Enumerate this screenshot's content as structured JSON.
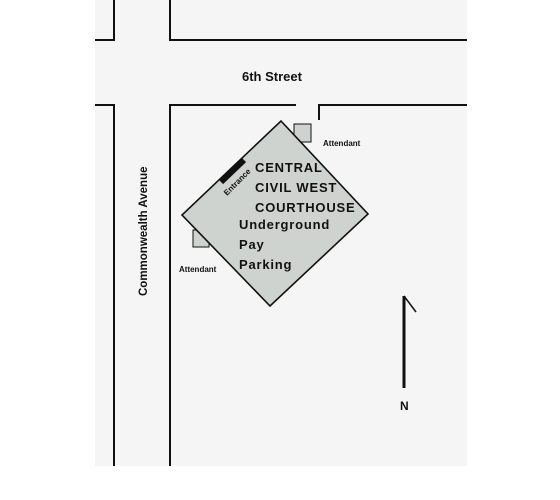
{
  "map": {
    "colors": {
      "background": "#f5f5f5",
      "building_fill": "#cfd3d0",
      "line": "#111111"
    },
    "streets": {
      "horizontal": "6th Street",
      "vertical": "Commonwealth Avenue"
    },
    "building": {
      "name_lines": [
        "CENTRAL",
        "CIVIL WEST",
        "COURTHOUSE"
      ],
      "parking_lines": [
        "Underground",
        "Pay",
        "Parking"
      ],
      "entrance_label": "Entrance"
    },
    "attendants": {
      "north_east": "Attendant",
      "south_west": "Attendant"
    },
    "compass": {
      "label": "N"
    }
  }
}
